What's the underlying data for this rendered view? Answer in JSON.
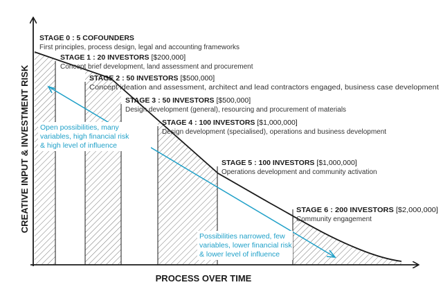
{
  "diagram": {
    "y_axis_label": "CREATIVE INPUT & INVESTMENT RISK",
    "x_axis_label": "PROCESS OVER TIME",
    "colors": {
      "ink": "#1a1a1a",
      "hatch": "#555555",
      "accent": "#1fa0c8"
    },
    "stages": [
      {
        "title": "STAGE 0 : 5 COFOUNDERS",
        "amount": "",
        "desc": "First principles, process design, legal and accounting frameworks"
      },
      {
        "title": "STAGE 1 : 20 INVESTORS",
        "amount": "[$200,000]",
        "desc": "Concept brief development, land assessment and procurement"
      },
      {
        "title": "STAGE 2 : 50 INVESTORS",
        "amount": "[$500,000]",
        "desc": "Concept ideation and assessment, architect and lead contractors engaged, business case development"
      },
      {
        "title": "STAGE 3 : 50 INVESTORS",
        "amount": "[$500,000]",
        "desc": "Design development (general), resourcing and procurement of materials"
      },
      {
        "title": "STAGE 4 : 100 INVESTORS",
        "amount": "[$1,000,000]",
        "desc": "Design development (specialised), operations and business development"
      },
      {
        "title": "STAGE 5 : 100 INVESTORS",
        "amount": "[$1,000,000]",
        "desc": "Operations development and community activation"
      },
      {
        "title": "STAGE 6 : 200 INVESTORS",
        "amount": "[$2,000,000]",
        "desc": "Community engagement"
      }
    ],
    "notes": {
      "open": [
        "Open possibilities, many",
        "variables, high financial risk",
        "& high level of influence"
      ],
      "narrowed": [
        "Possibilities narrowed, few",
        "variables, lower financial risk",
        "& lower level of influence"
      ]
    }
  }
}
